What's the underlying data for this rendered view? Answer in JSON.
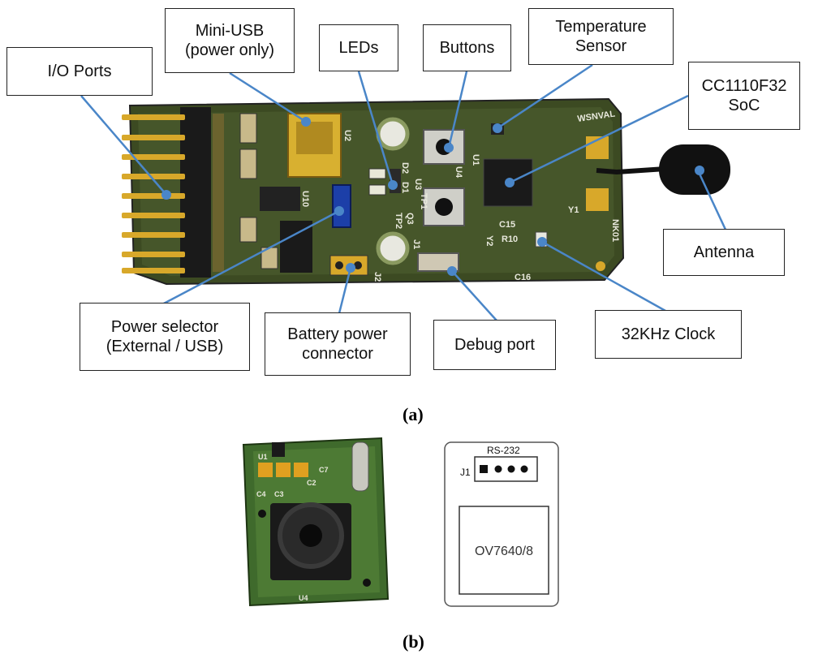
{
  "figure_a": {
    "caption": "(a)",
    "board_silk": [
      "WSNVAL",
      "NK01",
      "U2",
      "U1",
      "U3",
      "U4",
      "U10",
      "J1",
      "J2",
      "C15",
      "C16",
      "R10",
      "Y1",
      "Y2",
      "D2",
      "D1",
      "TP1",
      "TP2",
      "Q3"
    ],
    "labels": {
      "io_ports": "I/O Ports",
      "mini_usb": "Mini-USB\n(power only)",
      "leds": "LEDs",
      "buttons": "Buttons",
      "temp_sensor": "Temperature\nSensor",
      "soc": "CC1110F32\nSoC",
      "antenna": "Antenna",
      "power_selector": "Power selector\n(External / USB)",
      "battery": "Battery power\nconnector",
      "debug": "Debug port",
      "clock": "32KHz Clock"
    },
    "colors": {
      "pcb": "#3c4a22",
      "pcb_dark": "#1f2812",
      "leader": "#4a86c8",
      "gold": "#d8a82a",
      "blue_switch": "#1c3fa8"
    }
  },
  "figure_b": {
    "caption": "(b)",
    "camera_silk": [
      "U1",
      "C2",
      "C7",
      "C4",
      "C3",
      "U4"
    ],
    "schematic": {
      "connector_label": "RS-232",
      "connector_ref": "J1",
      "sensor_label": "OV7640/8"
    }
  }
}
